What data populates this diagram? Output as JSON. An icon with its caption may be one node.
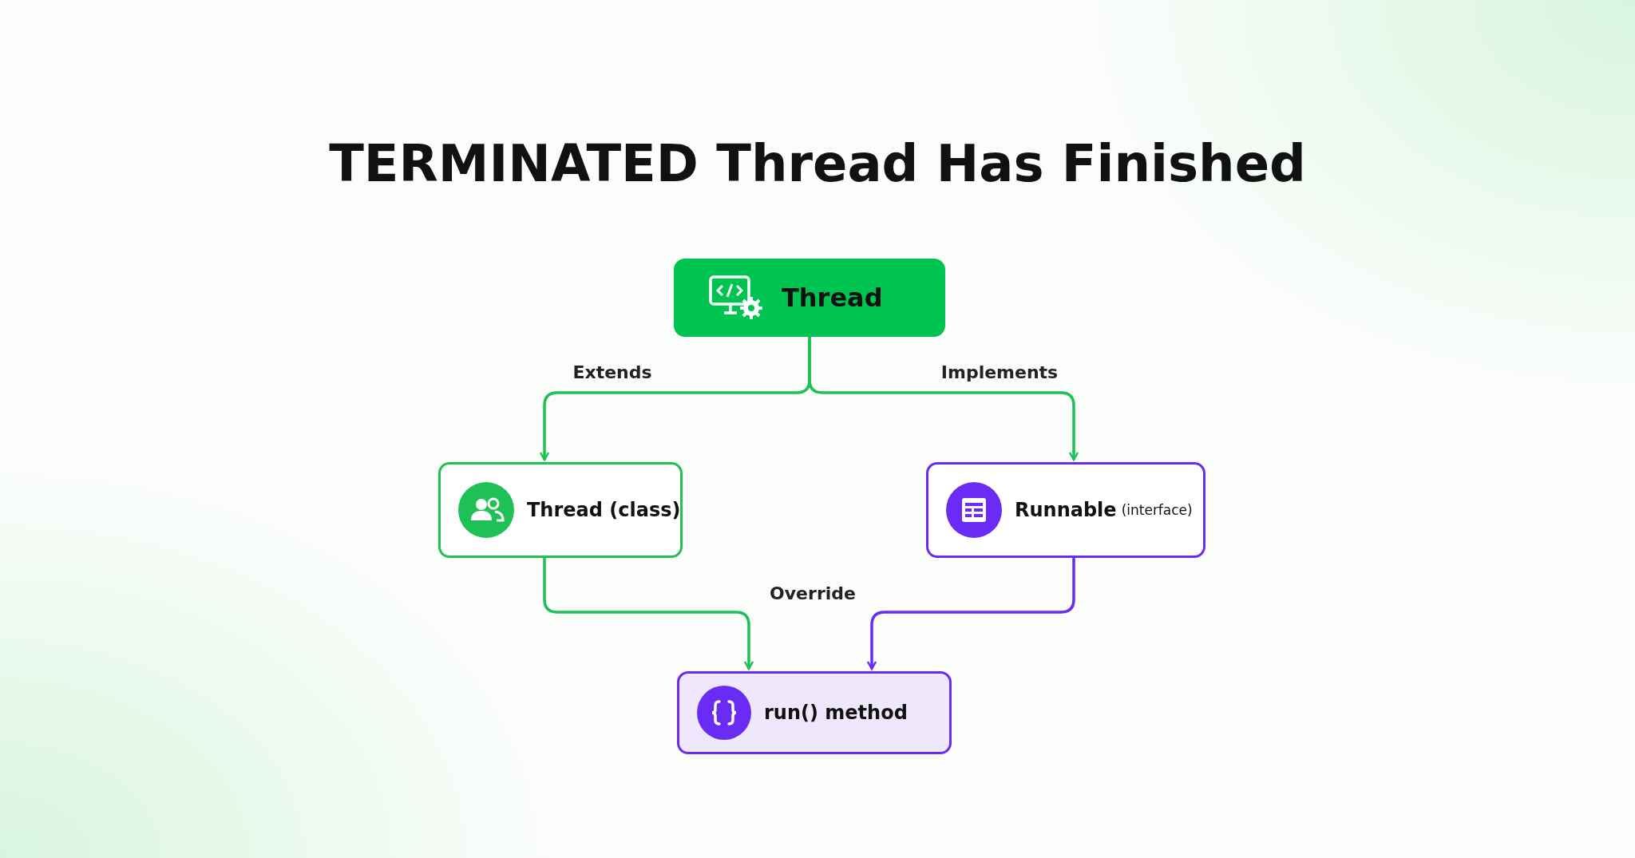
{
  "diagram": {
    "title": "TERMINATED Thread Has Finished",
    "nodes": [
      {
        "text": [
          "Thread"
        ]
      },
      {
        "text": [
          "Thread (class)"
        ]
      },
      {
        "text": [
          "Runnable",
          "(interface)"
        ]
      },
      {
        "text": [
          "run() method"
        ]
      }
    ],
    "edges": [
      {
        "from": 0,
        "to": 1,
        "arrow": "to",
        "label": "Extends"
      },
      {
        "from": 0,
        "to": 2,
        "arrow": "to",
        "label": "Implements"
      },
      {
        "from": 1,
        "to": 3,
        "arrow": "to",
        "label": "Override"
      },
      {
        "from": 2,
        "to": 3,
        "arrow": "to",
        "color": "#6a2cf5"
      }
    ]
  }
}
